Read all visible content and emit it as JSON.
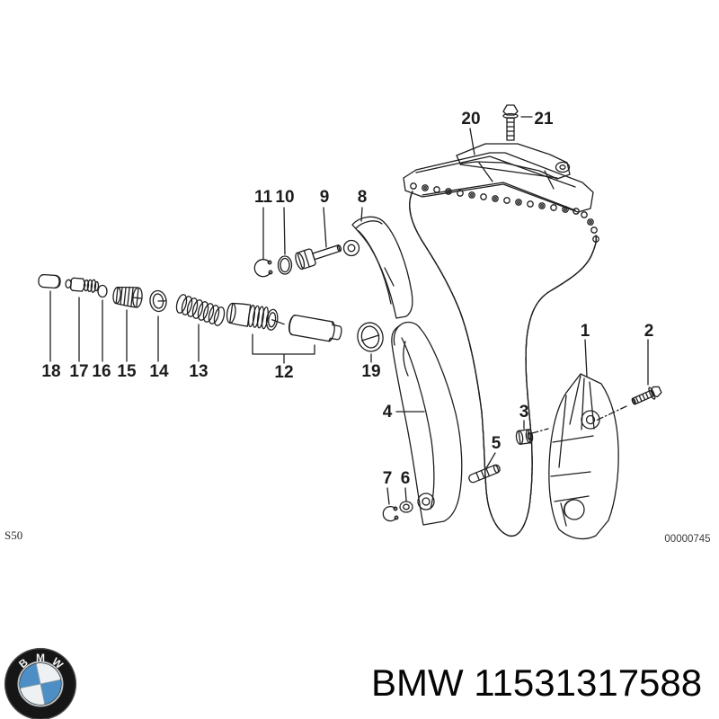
{
  "colors": {
    "background": "#ffffff",
    "line": "#1f1f1f",
    "bmw_blue": "#4d8fc4",
    "logo_ring": "#161616"
  },
  "diagram": {
    "drawing_code_left": "S50",
    "drawing_code_right": "00000745",
    "labels": [
      {
        "text": "20"
      },
      {
        "text": "21"
      },
      {
        "text": "11"
      },
      {
        "text": "10"
      },
      {
        "text": "9"
      },
      {
        "text": "8"
      },
      {
        "text": "18"
      },
      {
        "text": "17"
      },
      {
        "text": "16"
      },
      {
        "text": "15"
      },
      {
        "text": "14"
      },
      {
        "text": "13"
      },
      {
        "text": "12"
      },
      {
        "text": "19"
      },
      {
        "text": "4"
      },
      {
        "text": "5"
      },
      {
        "text": "3"
      },
      {
        "text": "1"
      },
      {
        "text": "2"
      },
      {
        "text": "7"
      },
      {
        "text": "6"
      }
    ]
  },
  "footer": {
    "brand_text": "BMW 11531317588",
    "logo_letters": [
      "B",
      "M",
      "W"
    ]
  }
}
